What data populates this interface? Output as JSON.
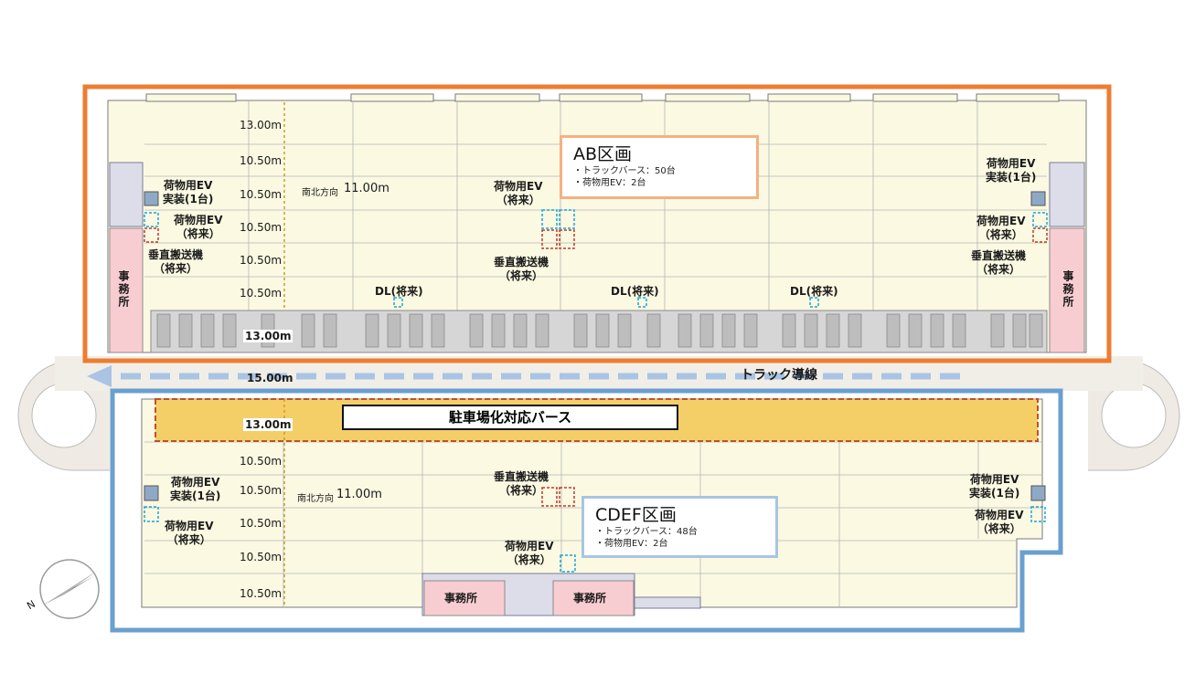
{
  "zones": {
    "ab": {
      "title": "AB区画",
      "items": [
        "・トラックバース：50台",
        "・荷物用EV：2台"
      ],
      "color": "#ed7d31"
    },
    "cdef": {
      "title": "CDEF区画",
      "items": [
        "・トラックバース：48台",
        "・荷物用EV：2台"
      ],
      "color": "#6a9fcf"
    }
  },
  "labels": {
    "ev_installed": "荷物用EV\n実装(1台)",
    "ev_future": "荷物用EV\n（将来）",
    "ev_future_center": "荷物用EV\n（将来）",
    "vertical_conveyor": "垂直搬送機\n（将来）",
    "dl_future": "DL(将来)",
    "office": "事務所",
    "office_vertical": "事\n務\n所",
    "truck_route": "トラック導線",
    "parking_berth": "駐車場化対応バース",
    "span_ns": "南北方向11.00m",
    "ns_prefix": "南北方向",
    "ns_value": "11.00m"
  },
  "dimensions": {
    "top_spans": [
      "13.00m",
      "10.50m",
      "10.50m",
      "10.50m",
      "10.50m",
      "10.50m"
    ],
    "berth_top": "13.00m",
    "road": "15.00m",
    "berth_bottom": "13.00m",
    "bottom_spans": [
      "10.50m",
      "10.50m",
      "10.50m",
      "10.50m",
      "10.50m"
    ]
  },
  "compass": {
    "label": "N",
    "icon": "north-arrow-icon"
  },
  "colors": {
    "floor": "#fbf9e2",
    "berth": "#d6d6d6",
    "berth_highlight": "#f2c44a",
    "office": "#f8cdd2",
    "route_arrow": "#a9c4e4",
    "ev_installed": "#8ea9c6",
    "ev_future": "#1aa6d8",
    "conveyor": "#c0392b",
    "dim_line": "#c79a1f"
  }
}
